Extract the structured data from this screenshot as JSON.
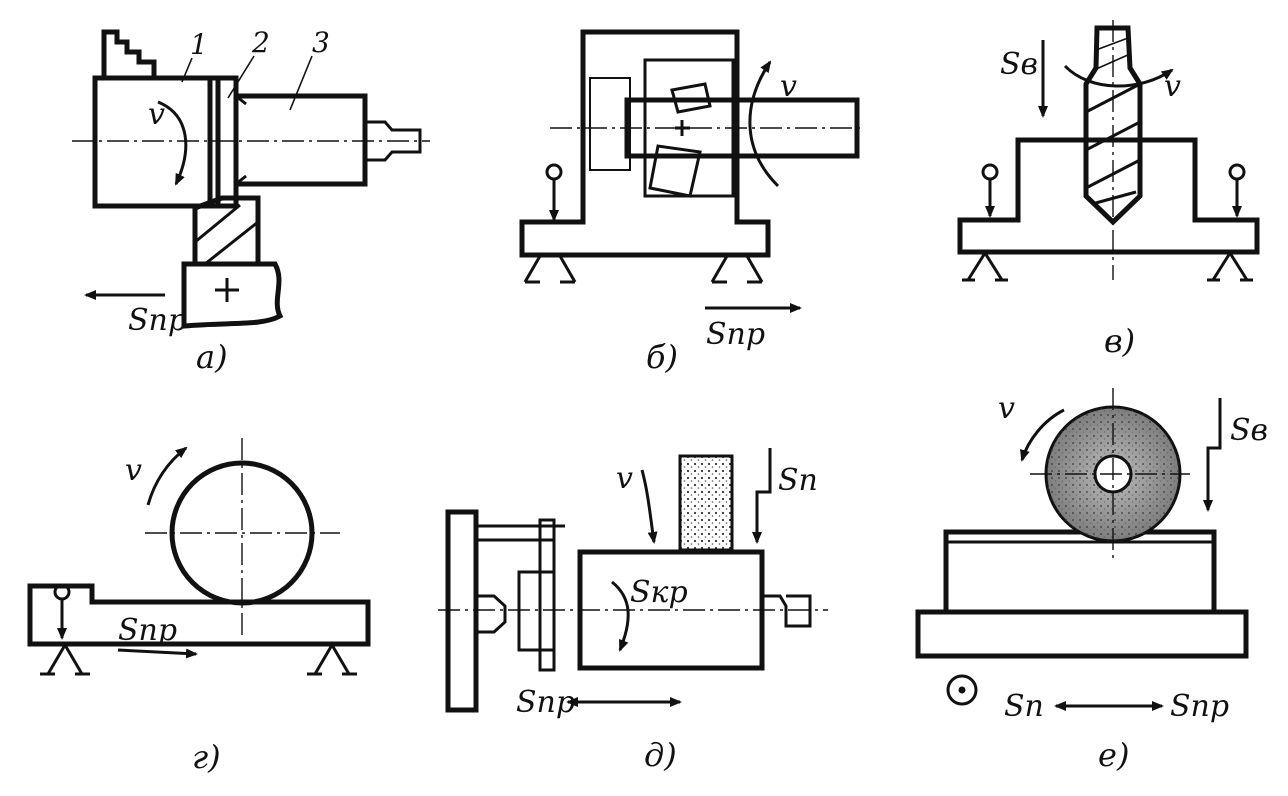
{
  "colors": {
    "ink": "#111111",
    "background": "#ffffff",
    "wheel_fill": "#9a9a9a"
  },
  "panels": {
    "a": {
      "caption": "а)",
      "part_numbers": [
        "1",
        "2",
        "3"
      ],
      "speed": "v",
      "feed": "Sпр"
    },
    "b": {
      "caption": "б)",
      "speed": "v",
      "feed": "Sпр"
    },
    "v": {
      "caption": "в)",
      "speed": "v",
      "feed": "Sв"
    },
    "g": {
      "caption": "г)",
      "speed": "v",
      "feed": "Sпр"
    },
    "d": {
      "caption": "д)",
      "speed": "v",
      "feed_cross": "Sп",
      "feed_circular": "Sкр",
      "feed_long": "Sпр"
    },
    "e": {
      "caption": "е)",
      "speed": "v",
      "feed_vertical": "Sв",
      "feed_cross": "Sп",
      "feed_long": "Sпр"
    }
  }
}
